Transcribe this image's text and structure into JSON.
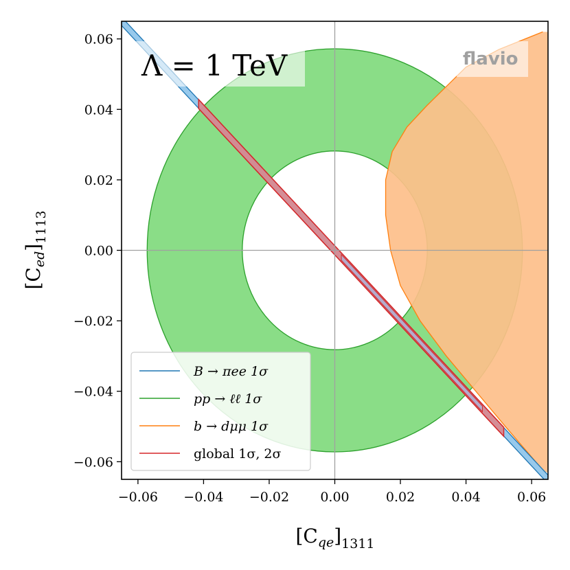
{
  "chart_data": {
    "type": "contour",
    "title": "",
    "xlabel": "[C_qe]_1311",
    "ylabel": "[C_ed]_1113",
    "xlabel_main": "[C",
    "xlabel_sub": "qe",
    "xlabel_close": "]",
    "xlabel_index": "1311",
    "ylabel_main": "[C",
    "ylabel_sub": "ed",
    "ylabel_close": "]",
    "ylabel_index": "1113",
    "xlim": [
      -0.065,
      0.065
    ],
    "ylim": [
      -0.065,
      0.065
    ],
    "xticks": [
      -0.06,
      -0.04,
      -0.02,
      0.0,
      0.02,
      0.04,
      0.06
    ],
    "yticks": [
      -0.06,
      -0.04,
      -0.02,
      0.0,
      0.02,
      0.04,
      0.06
    ],
    "xtick_labels": [
      "−0.06",
      "−0.04",
      "−0.02",
      "0.00",
      "0.02",
      "0.04",
      "0.06"
    ],
    "ytick_labels": [
      "−0.06",
      "−0.04",
      "−0.02",
      "0.00",
      "0.02",
      "0.04",
      "0.06"
    ],
    "scale_annotation": "Λ = 1 TeV",
    "brand_annotation": "flavio",
    "legend_position": "lower-left",
    "legend": [
      {
        "label": "B → πee 1σ",
        "color": "#1f77b4"
      },
      {
        "label": "pp → ℓℓ 1σ",
        "color": "#2ca02c"
      },
      {
        "label": "b → dμμ 1σ",
        "color": "#ff7f0e"
      },
      {
        "label": "global 1σ, 2σ",
        "color": "#d62728"
      }
    ],
    "series": [
      {
        "name": "B → πee 1σ",
        "shape": "band",
        "color": "#1f77b4",
        "fill": "#8cc3ea",
        "line": {
          "slope": -1.0,
          "intercept": 0.0
        },
        "half_width": 0.0012,
        "x_range": [
          -0.065,
          0.065
        ]
      },
      {
        "name": "pp → ℓℓ 1σ",
        "shape": "annulus",
        "color": "#2ca02c",
        "fill": "#8add87",
        "center": [
          0.0,
          0.0
        ],
        "inner_radius": [
          0.0282,
          0.0282
        ],
        "outer_radius": [
          0.0572,
          0.0572
        ]
      },
      {
        "name": "b → dμμ 1σ",
        "shape": "parabolic_region",
        "color": "#ff7f0e",
        "fill": "#fdbf8a",
        "points": [
          [
            0.0634,
            0.062
          ],
          [
            0.05,
            0.057
          ],
          [
            0.04,
            0.052
          ],
          [
            0.034,
            0.0465
          ],
          [
            0.028,
            0.041
          ],
          [
            0.022,
            0.035
          ],
          [
            0.0175,
            0.028
          ],
          [
            0.0155,
            0.02
          ],
          [
            0.0155,
            0.01
          ],
          [
            0.017,
            0.0
          ],
          [
            0.02,
            -0.01
          ],
          [
            0.026,
            -0.02
          ],
          [
            0.034,
            -0.03
          ],
          [
            0.043,
            -0.04
          ],
          [
            0.052,
            -0.05
          ],
          [
            0.064,
            -0.063
          ]
        ]
      },
      {
        "name": "global 1σ, 2σ",
        "shape": "band_segment",
        "color": "#d62728",
        "fill": "#e97879",
        "line": {
          "slope": -1.0,
          "intercept": 0.0
        },
        "x_range": [
          -0.0415,
          0.0515
        ],
        "half_width_2sigma": 0.0013,
        "inner_region_1sigma": {
          "x_range": [
            0.002,
            0.045
          ],
          "half_width": 0.0008
        },
        "inner_color": "#aeb0d6"
      }
    ]
  }
}
